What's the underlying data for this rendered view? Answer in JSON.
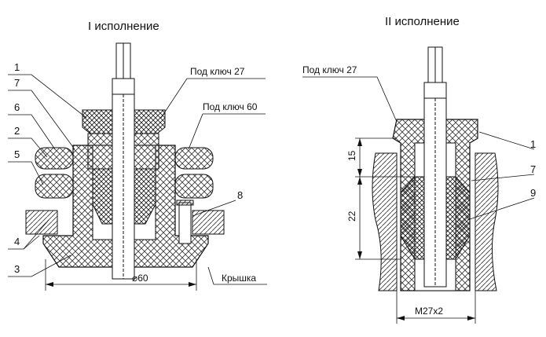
{
  "variant_1": {
    "title": "I исполнение",
    "wrench_27": "Под ключ 27",
    "wrench_60": "Под ключ 60",
    "diameter": "⌀60",
    "cover": "Крышка",
    "callouts": [
      "1",
      "7",
      "6",
      "2",
      "5",
      "8",
      "4",
      "3"
    ]
  },
  "variant_2": {
    "title": "II исполнение",
    "wrench_27": "Под ключ 27",
    "dim_15": "15",
    "dim_22": "22",
    "thread": "M27x2",
    "callouts": [
      "1",
      "7",
      "9"
    ]
  }
}
